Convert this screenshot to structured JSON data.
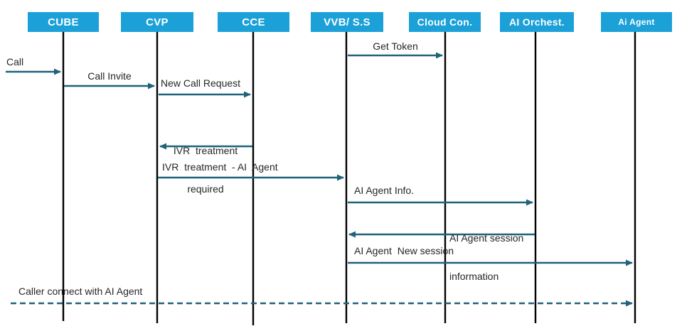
{
  "colors": {
    "actor_box": "#1CA0D8",
    "actor_text": "#FFFFFF",
    "arrow": "#20627A",
    "lifeline": "#000000",
    "message_text": "#262626",
    "background": "#FFFFFF"
  },
  "actors": [
    {
      "label": "CUBE"
    },
    {
      "label": "CVP"
    },
    {
      "label": "CCE"
    },
    {
      "label": "VVB/ S.S"
    },
    {
      "label": "Cloud Con."
    },
    {
      "label": "AI Orchest."
    },
    {
      "label": "Ai Agent"
    }
  ],
  "messages": [
    {
      "label": "Get Token",
      "from": "VVB/ S.S",
      "to": "Cloud Con.",
      "style": "solid"
    },
    {
      "label": "Call",
      "from": "Caller",
      "to": "CUBE",
      "style": "solid"
    },
    {
      "label": "Call Invite",
      "from": "CUBE",
      "to": "CVP",
      "style": "solid"
    },
    {
      "label": "New Call Request",
      "from": "CVP",
      "to": "CCE",
      "style": "solid"
    },
    {
      "label": "IVR  treatment required",
      "line1": "IVR  treatment",
      "line2": "required",
      "from": "CCE",
      "to": "CVP",
      "style": "solid"
    },
    {
      "label": "IVR  treatment  - AI  Agent",
      "from": "CVP",
      "to": "VVB/ S.S",
      "style": "solid"
    },
    {
      "label": "AI Agent Info.",
      "from": "VVB/ S.S",
      "to": "AI Orchest.",
      "style": "solid"
    },
    {
      "label": "AI Agent session information",
      "line1": "AI Agent session",
      "line2": "information",
      "from": "AI Orchest.",
      "to": "VVB/ S.S",
      "style": "solid"
    },
    {
      "label": "AI Agent  New session",
      "from": "VVB/ S.S",
      "to": "Ai Agent",
      "style": "solid"
    },
    {
      "label": "Caller connect with AI Agent",
      "from": "Caller",
      "to": "Ai Agent",
      "style": "dashed"
    }
  ]
}
